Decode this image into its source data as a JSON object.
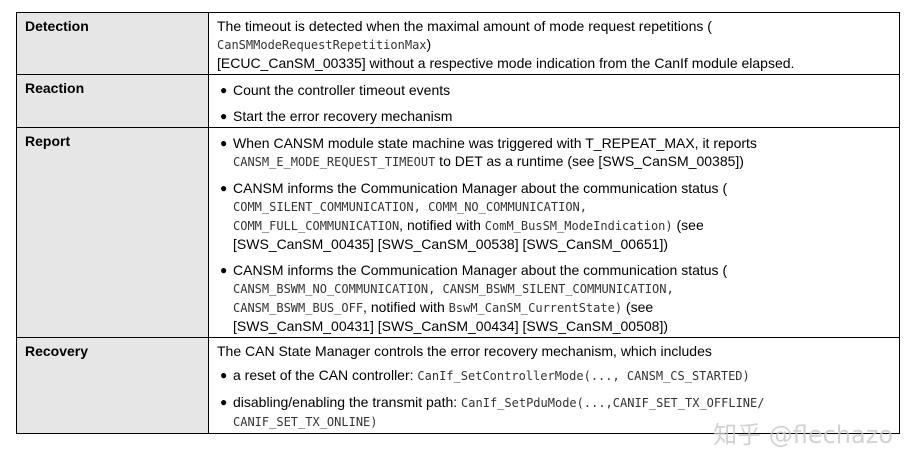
{
  "rows": {
    "detection": {
      "header": "Detection",
      "t1": "The timeout is detected when the maximal amount of mode request repetitions (",
      "c1": "CanSMModeRequestRepetitionMax",
      "t2": ")",
      "t3": "[ECUC_CanSM_00335] without a respective mode indication from the CanIf module elapsed."
    },
    "reaction": {
      "header": "Reaction",
      "b1": "Count the controller timeout events",
      "b2": "Start the error recovery mechanism"
    },
    "report": {
      "header": "Report",
      "b1": {
        "t1": "When CANSM module state machine was triggered with T_REPEAT_MAX, it reports",
        "c1": "CANSM_E_MODE_REQUEST_TIMEOUT",
        "t2": " to DET as a runtime (see [SWS_CanSM_00385])"
      },
      "b2": {
        "t1": "CANSM informs the Communication Manager about the communication status (",
        "c1": "COMM_SILENT_COMMUNICATION, COMM_NO_COMMUNICATION,",
        "c2": "COMM_FULL_COMMUNICATION",
        "t2": ", notified with ",
        "c3": "ComM_BusSM_ModeIndication)",
        "t3": " (see",
        "t4": "[SWS_CanSM_00435] [SWS_CanSM_00538] [SWS_CanSM_00651])"
      },
      "b3": {
        "t1": "CANSM informs the Communication Manager about the communication status (",
        "c1": "CANSM_BSWM_NO_COMMUNICATION, CANSM_BSWM_SILENT_COMMUNICATION,",
        "c2": "CANSM_BSWM_BUS_OFF",
        "t2": ", notified with ",
        "c3": "BswM_CanSM_CurrentState)",
        "t3": " (see",
        "t4": "[SWS_CanSM_00431] [SWS_CanSM_00434] [SWS_CanSM_00508])"
      }
    },
    "recovery": {
      "header": "Recovery",
      "t1": "The CAN State Manager controls the error recovery mechanism, which includes",
      "b1": {
        "t1": "a reset of the CAN controller: ",
        "c1": "CanIf_SetControllerMode(..., CANSM_CS_STARTED)"
      },
      "b2": {
        "t1": "disabling/enabling the transmit path: ",
        "c1": "CanIf_SetPduMode(...,CANIF_SET_TX_OFFLINE/",
        "c2": "CANIF_SET_TX_ONLINE)"
      }
    }
  },
  "bullet": "●",
  "watermark": "知乎 @flechazo"
}
